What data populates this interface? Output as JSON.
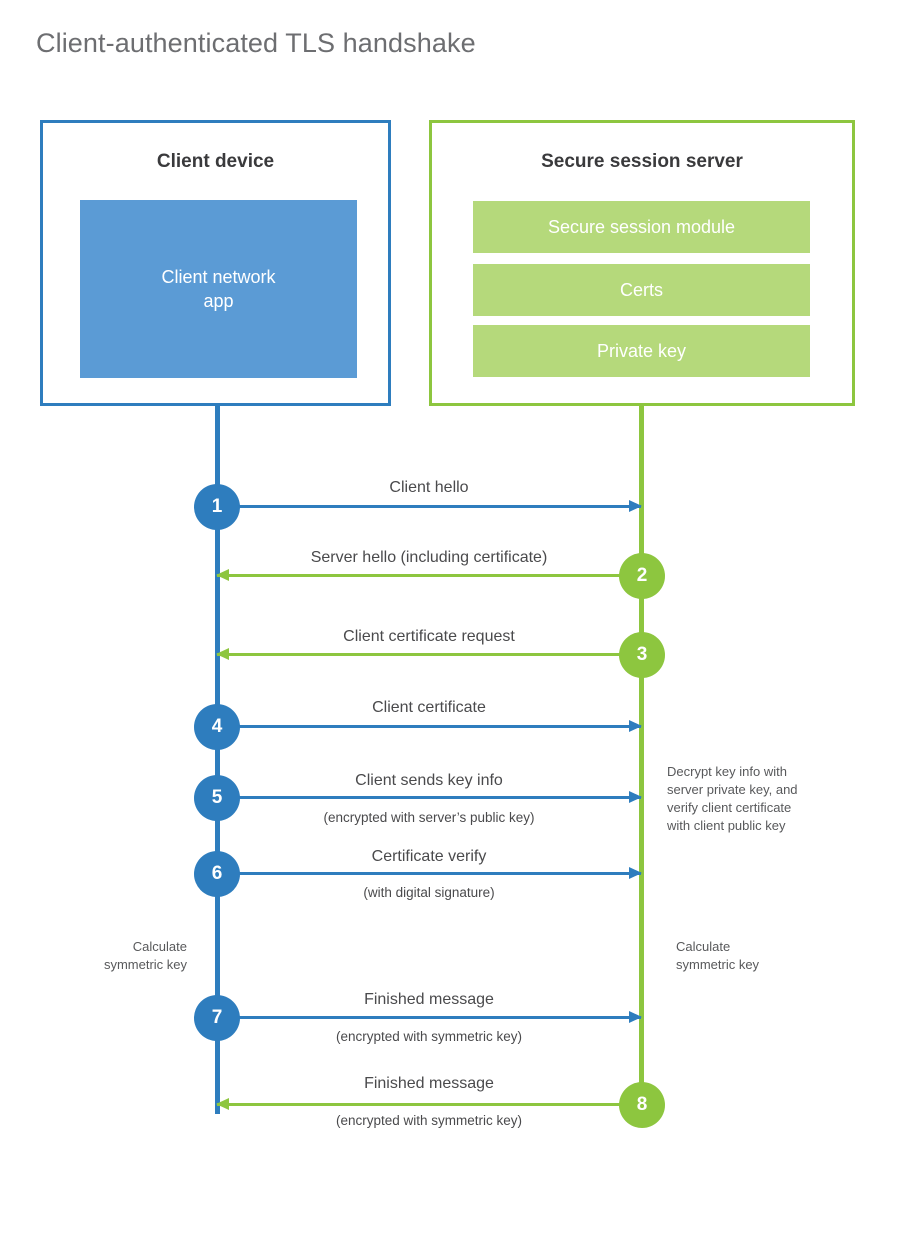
{
  "title": "Client-authenticated TLS handshake",
  "colors": {
    "client_accent": "#2e7dbe",
    "client_app_fill": "#5b9bd5",
    "server_accent": "#8dc63f",
    "server_bar_fill": "#b5d97b",
    "title_text": "#6d6e71",
    "body_text": "#4a4a4c",
    "background": "#ffffff"
  },
  "parties": {
    "client": {
      "title": "Client device",
      "app_label": "Client network\napp"
    },
    "server": {
      "title": "Secure session server",
      "components": [
        {
          "label": "Secure session module"
        },
        {
          "label": "Certs"
        },
        {
          "label": "Private key"
        }
      ]
    }
  },
  "steps": [
    {
      "number": "1",
      "label": "Client hello",
      "sublabel": "",
      "direction": "client-to-server"
    },
    {
      "number": "2",
      "label": "Server hello (including certificate)",
      "sublabel": "",
      "direction": "server-to-client"
    },
    {
      "number": "3",
      "label": "Client certificate request",
      "sublabel": "",
      "direction": "server-to-client"
    },
    {
      "number": "4",
      "label": "Client certificate",
      "sublabel": "",
      "direction": "client-to-server"
    },
    {
      "number": "5",
      "label": "Client sends key info",
      "sublabel": "(encrypted with server’s public key)",
      "direction": "client-to-server"
    },
    {
      "number": "6",
      "label": "Certificate verify",
      "sublabel": "(with digital signature)",
      "direction": "client-to-server"
    },
    {
      "number": "7",
      "label": "Finished message",
      "sublabel": "(encrypted with symmetric key)",
      "direction": "client-to-server"
    },
    {
      "number": "8",
      "label": "Finished message",
      "sublabel": "(encrypted with symmetric key)",
      "direction": "server-to-client"
    }
  ],
  "annotations": {
    "server_decrypt": "Decrypt key info with\nserver private key, and\nverify client certificate\nwith client public key",
    "client_calculate": "Calculate\nsymmetric key",
    "server_calculate": "Calculate\nsymmetric key"
  }
}
